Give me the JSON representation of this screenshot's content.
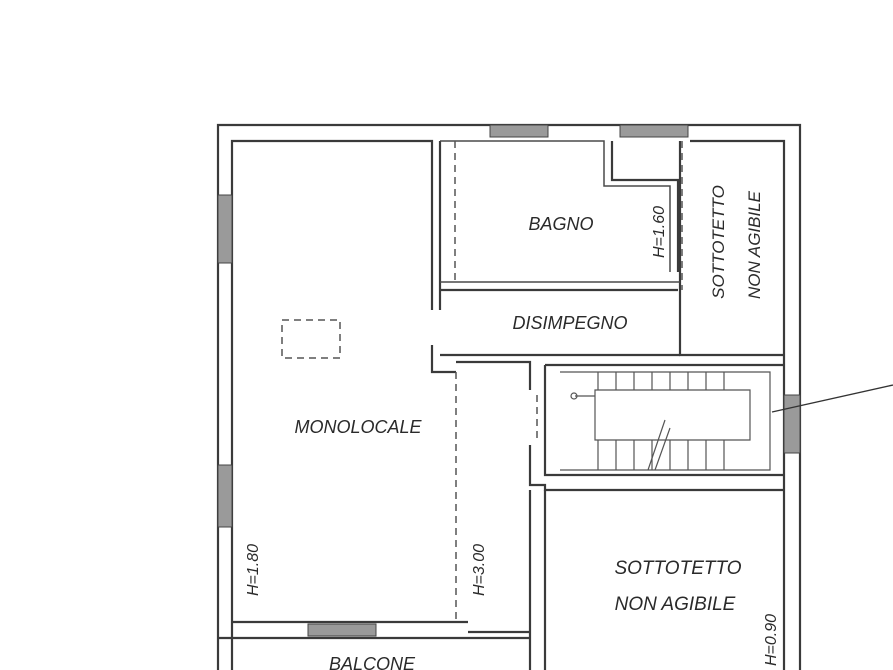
{
  "rooms": {
    "monolocale": "MONOLOCALE",
    "bagno": "BAGNO",
    "disimpegno": "DISIMPEGNO",
    "sottotetto_top_line1": "SOTTOTETTO",
    "sottotetto_top_line2": "NON AGIBILE",
    "sottotetto_bottom_line1": "SOTTOTETTO",
    "sottotetto_bottom_line2": "NON AGIBILE",
    "balcone": "BALCONE"
  },
  "heights": {
    "monolocale_left": "H=1.80",
    "monolocale_right": "H=3.00",
    "bagno": "H=1.60",
    "sottotetto_bottom": "H=0.90"
  },
  "colors": {
    "line": "#3a3a3a",
    "window": "#9a9a9a",
    "background": "#ffffff"
  }
}
